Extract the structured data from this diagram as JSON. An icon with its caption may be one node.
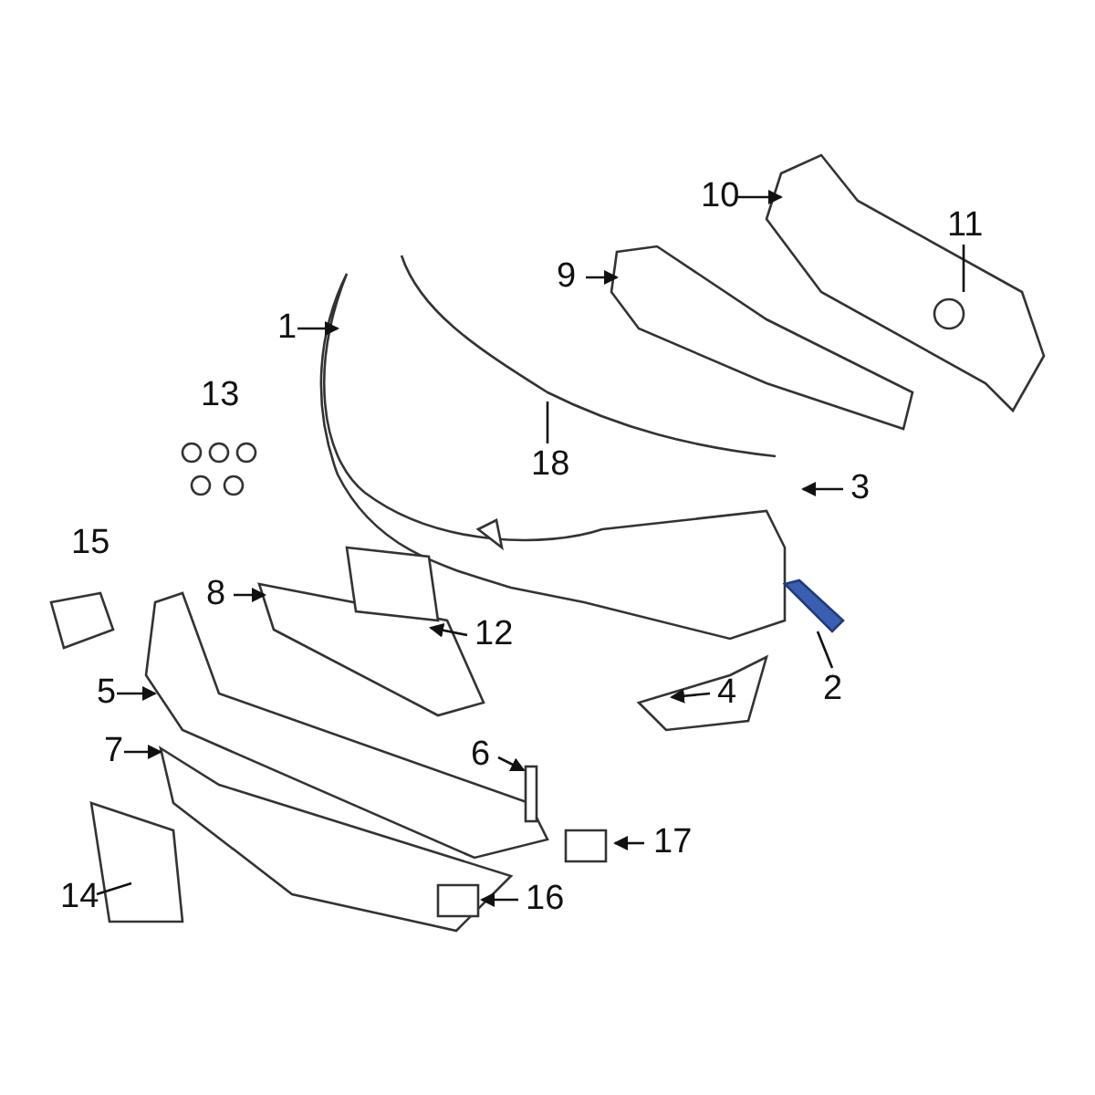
{
  "diagram": {
    "nodes": [
      {
        "text": [
          "10"
        ]
      },
      {
        "text": [
          "11"
        ]
      },
      {
        "text": [
          "1"
        ]
      },
      {
        "text": [
          "9"
        ]
      },
      {
        "text": [
          "18"
        ]
      },
      {
        "text": [
          "3"
        ]
      },
      {
        "text": [
          "8"
        ]
      },
      {
        "text": [
          "12"
        ]
      },
      {
        "text": [
          "2"
        ]
      },
      {
        "text": [
          "5"
        ]
      },
      {
        "text": [
          "4"
        ]
      },
      {
        "text": [
          "7"
        ]
      },
      {
        "text": [
          "6"
        ]
      },
      {
        "text": [
          "17"
        ]
      },
      {
        "text": [
          "14"
        ]
      },
      {
        "text": [
          "16"
        ]
      },
      {
        "text": [
          "13"
        ]
      },
      {
        "text": [
          "15"
        ]
      }
    ],
    "edges": [
      {
        "from": 0,
        "to": null,
        "arrow": "to"
      },
      {
        "from": 1,
        "to": null,
        "arrow": "none"
      },
      {
        "from": 2,
        "to": null,
        "arrow": "to"
      },
      {
        "from": 3,
        "to": null,
        "arrow": "to"
      },
      {
        "from": 4,
        "to": null,
        "arrow": "none"
      },
      {
        "from": 5,
        "to": null,
        "arrow": "to"
      },
      {
        "from": 6,
        "to": null,
        "arrow": "to"
      },
      {
        "from": 7,
        "to": null,
        "arrow": "to"
      },
      {
        "from": 8,
        "to": null,
        "arrow": "none"
      },
      {
        "from": 9,
        "to": null,
        "arrow": "to"
      },
      {
        "from": 10,
        "to": null,
        "arrow": "to"
      },
      {
        "from": 11,
        "to": null,
        "arrow": "to"
      },
      {
        "from": 12,
        "to": null,
        "arrow": "to"
      },
      {
        "from": 13,
        "to": null,
        "arrow": "to"
      },
      {
        "from": 14,
        "to": null,
        "arrow": "none"
      },
      {
        "from": 15,
        "to": null,
        "arrow": "to"
      }
    ]
  }
}
